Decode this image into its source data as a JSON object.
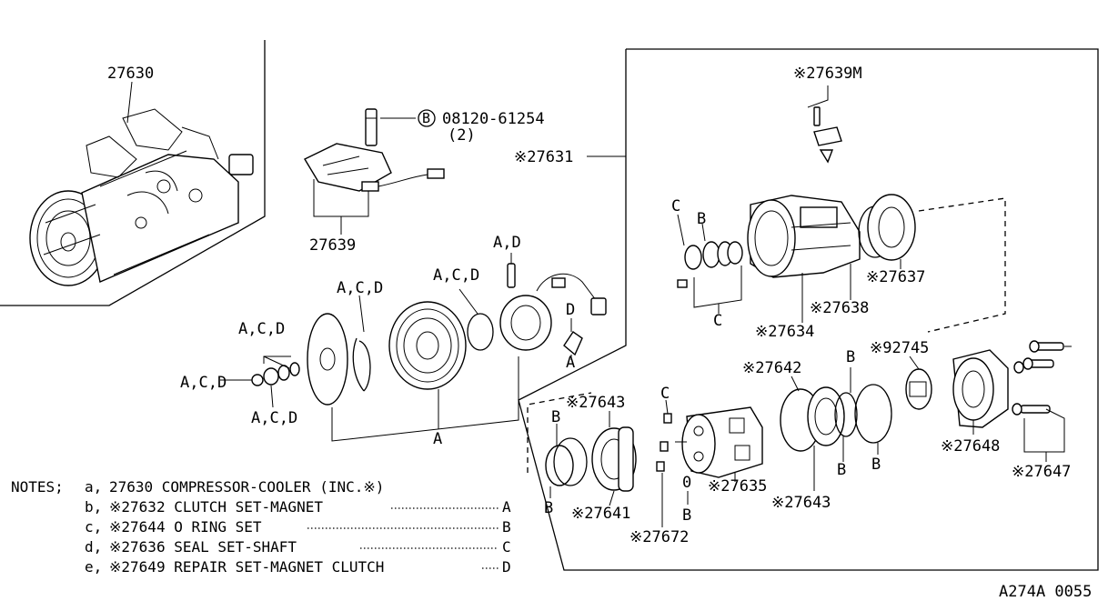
{
  "parts": {
    "p27630": "27630",
    "p27639": "27639",
    "bolt_code": "08120-61254",
    "bolt_circle": "B",
    "bolt_qty": "(2)",
    "p27631": "※27631",
    "p27639m": "※27639M",
    "p27637": "※27637",
    "p27638": "※27638",
    "p27634": "※27634",
    "p92745": "※92745",
    "p27642": "※27642",
    "p27643a": "※27643",
    "p27643b": "※27643",
    "p27648": "※27648",
    "p27647": "※27647",
    "p27641": "※27641",
    "p27635": "※27635",
    "p27672": "※27672"
  },
  "callouts": {
    "acd_1": "A,C,D",
    "acd_2": "A,C,D",
    "acd_3": "A,C,D",
    "acd_4": "A,C,D",
    "acd_5": "A,C,D",
    "ad": "A,D",
    "a_1": "A",
    "a_2": "A",
    "d_1": "D",
    "b_1": "B",
    "b_2": "B",
    "b_3": "B",
    "b_4": "B",
    "b_5": "B",
    "b_6": "B",
    "c_1": "C",
    "c_2": "C",
    "c_3": "C",
    "b_7": "B"
  },
  "notes": {
    "heading": "NOTES;",
    "items": [
      {
        "key": "a,",
        "text": "27630 COMPRESSOR-COOLER (INC.※)",
        "ref": ""
      },
      {
        "key": "b,",
        "text": "※27632 CLUTCH SET-MAGNET",
        "ref": "A"
      },
      {
        "key": "c,",
        "text": "※27644 O RING SET",
        "ref": "B"
      },
      {
        "key": "d,",
        "text": "※27636 SEAL SET-SHAFT",
        "ref": "C"
      },
      {
        "key": "e,",
        "text": "※27649 REPAIR SET-MAGNET CLUTCH",
        "ref": "D"
      }
    ]
  },
  "figure_code": "A274A 0055"
}
